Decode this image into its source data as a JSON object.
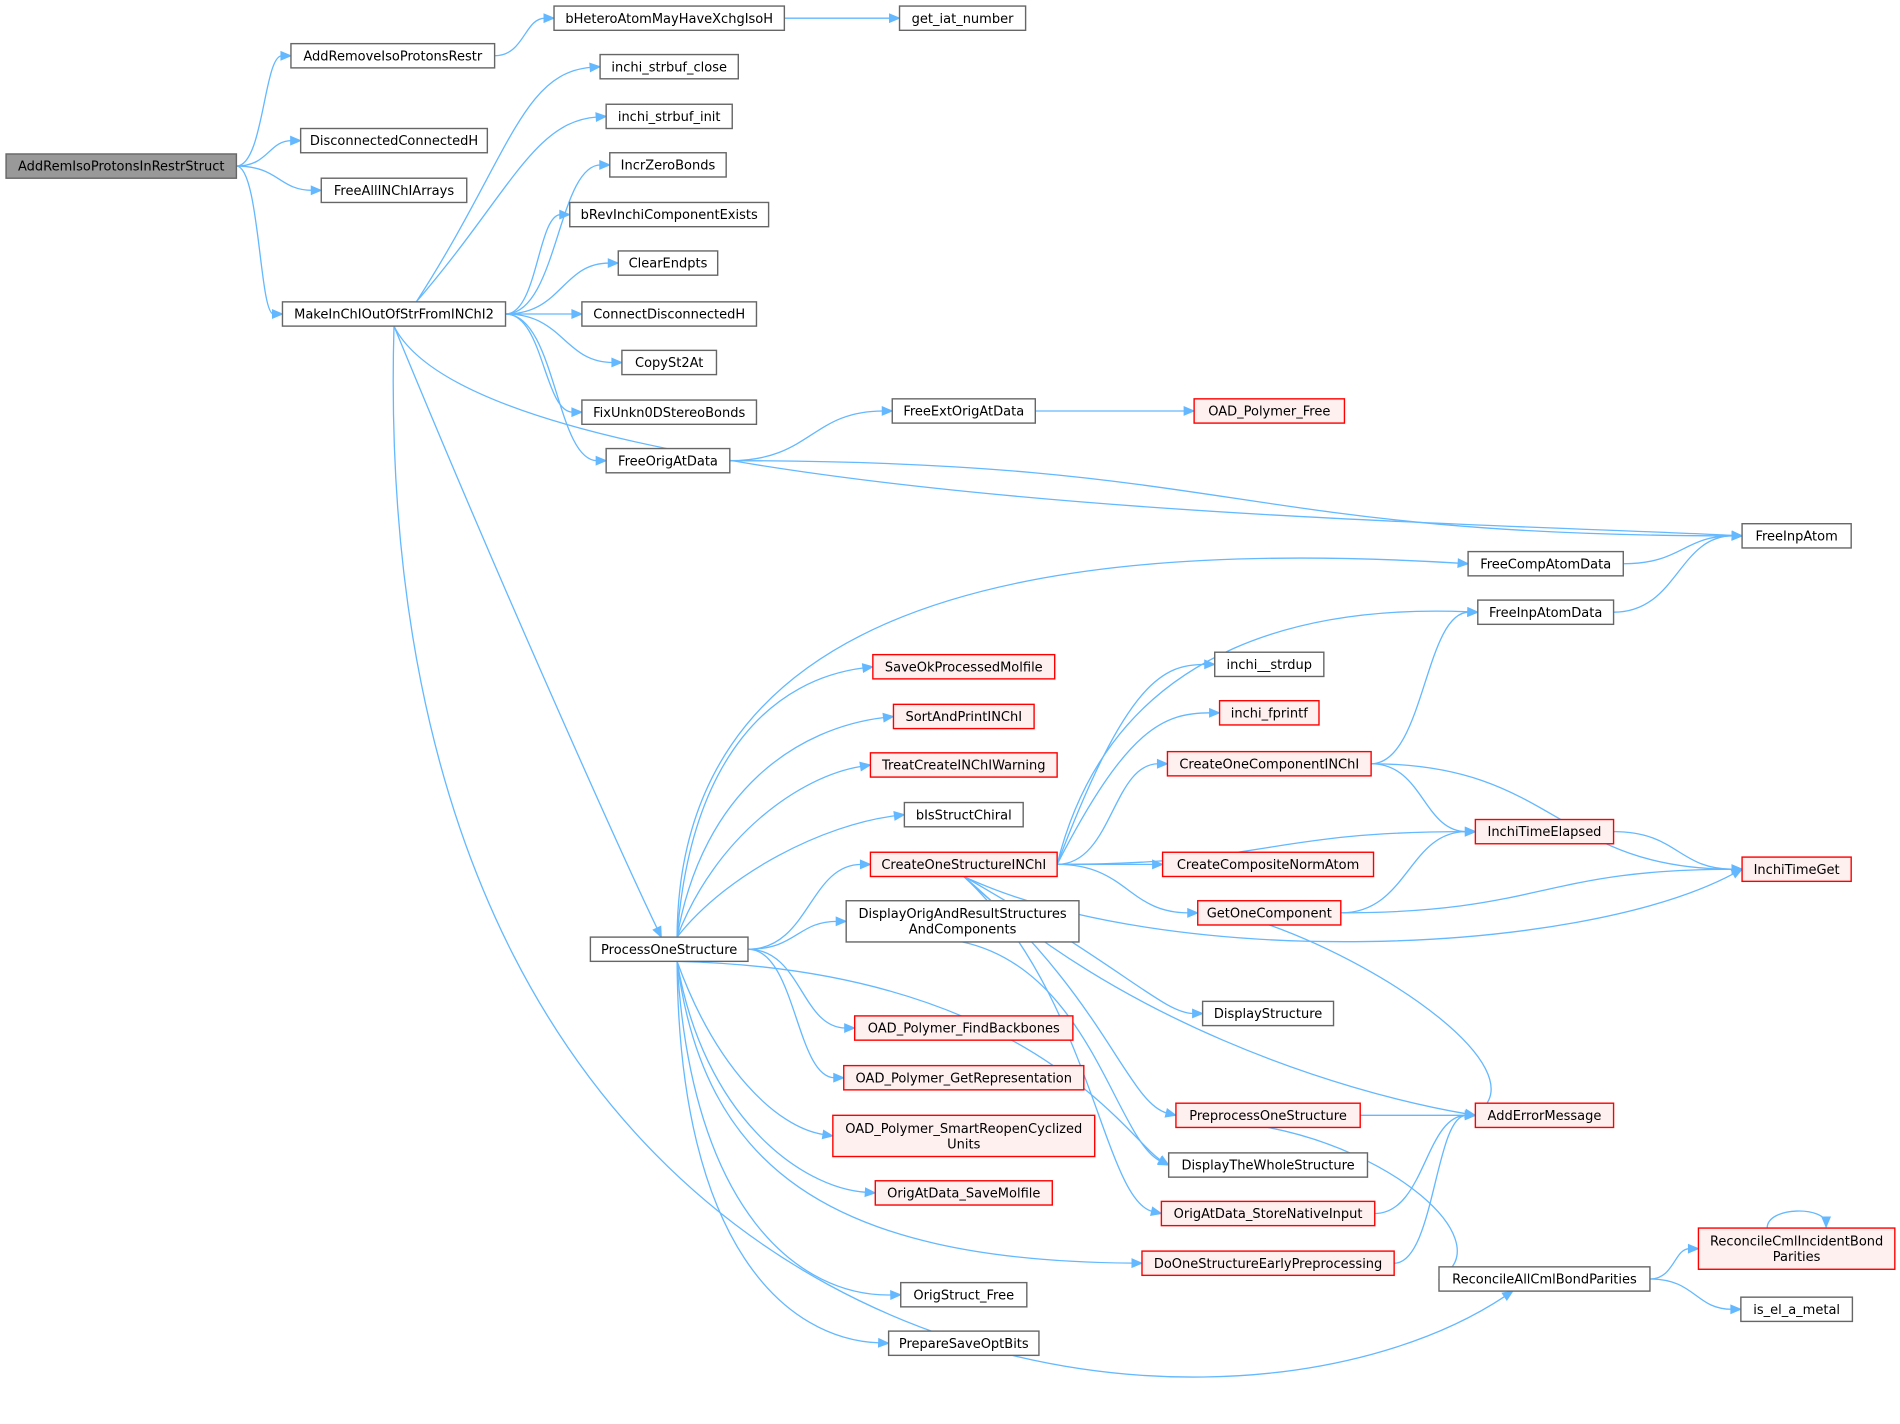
{
  "colors": {
    "edge": "#63b8ff",
    "root_fill": "#999999",
    "root_border": "#666666",
    "normal_fill": "#ffffff",
    "normal_border": "#666666",
    "red_fill": "#fff0f0",
    "red_border": "#ff0000"
  },
  "nodes": {
    "AddRemIsoProtonsInRestrStruct": {
      "label": [
        "AddRemIsoProtonsInRestrStruct"
      ],
      "style": "root"
    },
    "AddRemoveIsoProtonsRestr": {
      "label": [
        "AddRemoveIsoProtonsRestr"
      ],
      "style": "normal"
    },
    "bHeteroAtomMayHaveXchgIsoH": {
      "label": [
        "bHeteroAtomMayHaveXchgIsoH"
      ],
      "style": "normal"
    },
    "get_iat_number": {
      "label": [
        "get_iat_number"
      ],
      "style": "normal"
    },
    "DisconnectedConnectedH": {
      "label": [
        "DisconnectedConnectedH"
      ],
      "style": "normal"
    },
    "FreeAllINChIArrays": {
      "label": [
        "FreeAllINChIArrays"
      ],
      "style": "normal"
    },
    "MakeInChIOutOfStrFromINChI2": {
      "label": [
        "MakeInChIOutOfStrFromINChI2"
      ],
      "style": "normal"
    },
    "inchi_strbuf_close": {
      "label": [
        "inchi_strbuf_close"
      ],
      "style": "normal"
    },
    "inchi_strbuf_init": {
      "label": [
        "inchi_strbuf_init"
      ],
      "style": "normal"
    },
    "IncrZeroBonds": {
      "label": [
        "IncrZeroBonds"
      ],
      "style": "normal"
    },
    "bRevInchiComponentExists": {
      "label": [
        "bRevInchiComponentExists"
      ],
      "style": "normal"
    },
    "ClearEndpts": {
      "label": [
        "ClearEndpts"
      ],
      "style": "normal"
    },
    "ConnectDisconnectedH": {
      "label": [
        "ConnectDisconnectedH"
      ],
      "style": "normal"
    },
    "CopySt2At": {
      "label": [
        "CopySt2At"
      ],
      "style": "normal"
    },
    "FixUnkn0DStereoBonds": {
      "label": [
        "FixUnkn0DStereoBonds"
      ],
      "style": "normal"
    },
    "FreeOrigAtData": {
      "label": [
        "FreeOrigAtData"
      ],
      "style": "normal"
    },
    "FreeExtOrigAtData": {
      "label": [
        "FreeExtOrigAtData"
      ],
      "style": "normal"
    },
    "OAD_Polymer_Free": {
      "label": [
        "OAD_Polymer_Free"
      ],
      "style": "red"
    },
    "FreeInpAtom": {
      "label": [
        "FreeInpAtom"
      ],
      "style": "normal"
    },
    "FreeCompAtomData": {
      "label": [
        "FreeCompAtomData"
      ],
      "style": "normal"
    },
    "FreeInpAtomData": {
      "label": [
        "FreeInpAtomData"
      ],
      "style": "normal"
    },
    "ProcessOneStructure": {
      "label": [
        "ProcessOneStructure"
      ],
      "style": "normal"
    },
    "SaveOkProcessedMolfile": {
      "label": [
        "SaveOkProcessedMolfile"
      ],
      "style": "red"
    },
    "SortAndPrintINChI": {
      "label": [
        "SortAndPrintINChI"
      ],
      "style": "red"
    },
    "TreatCreateINChIWarning": {
      "label": [
        "TreatCreateINChIWarning"
      ],
      "style": "red"
    },
    "bIsStructChiral": {
      "label": [
        "bIsStructChiral"
      ],
      "style": "normal"
    },
    "CreateOneStructureINChI": {
      "label": [
        "CreateOneStructureINChI"
      ],
      "style": "red"
    },
    "DisplayOrigAndResultStructuresAndComponents": {
      "label": [
        "DisplayOrigAndResultStructures",
        "AndComponents"
      ],
      "style": "normal"
    },
    "OAD_Polymer_FindBackbones": {
      "label": [
        "OAD_Polymer_FindBackbones"
      ],
      "style": "red"
    },
    "OAD_Polymer_GetRepresentation": {
      "label": [
        "OAD_Polymer_GetRepresentation"
      ],
      "style": "red"
    },
    "OAD_Polymer_SmartReopenCyclizedUnits": {
      "label": [
        "OAD_Polymer_SmartReopenCyclized",
        "Units"
      ],
      "style": "red"
    },
    "OrigAtData_SaveMolfile": {
      "label": [
        "OrigAtData_SaveMolfile"
      ],
      "style": "red"
    },
    "OrigStruct_Free": {
      "label": [
        "OrigStruct_Free"
      ],
      "style": "normal"
    },
    "PrepareSaveOptBits": {
      "label": [
        "PrepareSaveOptBits"
      ],
      "style": "normal"
    },
    "inchi__strdup": {
      "label": [
        "inchi__strdup"
      ],
      "style": "normal"
    },
    "inchi_fprintf": {
      "label": [
        "inchi_fprintf"
      ],
      "style": "red"
    },
    "CreateOneComponentINChI": {
      "label": [
        "CreateOneComponentINChI"
      ],
      "style": "red"
    },
    "InchiTimeElapsed": {
      "label": [
        "InchiTimeElapsed"
      ],
      "style": "red"
    },
    "InchiTimeGet": {
      "label": [
        "InchiTimeGet"
      ],
      "style": "red"
    },
    "CreateCompositeNormAtom": {
      "label": [
        "CreateCompositeNormAtom"
      ],
      "style": "red"
    },
    "GetOneComponent": {
      "label": [
        "GetOneComponent"
      ],
      "style": "red"
    },
    "DisplayStructure": {
      "label": [
        "DisplayStructure"
      ],
      "style": "normal"
    },
    "PreprocessOneStructure": {
      "label": [
        "PreprocessOneStructure"
      ],
      "style": "red"
    },
    "AddErrorMessage": {
      "label": [
        "AddErrorMessage"
      ],
      "style": "red"
    },
    "DisplayTheWholeStructure": {
      "label": [
        "DisplayTheWholeStructure"
      ],
      "style": "normal"
    },
    "OrigAtData_StoreNativeInput": {
      "label": [
        "OrigAtData_StoreNativeInput"
      ],
      "style": "red"
    },
    "DoOneStructureEarlyPreprocessing": {
      "label": [
        "DoOneStructureEarlyPreprocessing"
      ],
      "style": "red"
    },
    "ReconcileAllCmlBondParities": {
      "label": [
        "ReconcileAllCmlBondParities"
      ],
      "style": "normal"
    },
    "ReconcileCmlIncidentBondParities": {
      "label": [
        "ReconcileCmlIncidentBond",
        "Parities"
      ],
      "style": "red"
    },
    "is_el_a_metal": {
      "label": [
        "is_el_a_metal"
      ],
      "style": "normal"
    }
  },
  "edges": [
    [
      "AddRemIsoProtonsInRestrStruct",
      "AddRemoveIsoProtonsRestr"
    ],
    [
      "AddRemIsoProtonsInRestrStruct",
      "DisconnectedConnectedH"
    ],
    [
      "AddRemIsoProtonsInRestrStruct",
      "FreeAllINChIArrays"
    ],
    [
      "AddRemIsoProtonsInRestrStruct",
      "MakeInChIOutOfStrFromINChI2"
    ],
    [
      "AddRemoveIsoProtonsRestr",
      "bHeteroAtomMayHaveXchgIsoH"
    ],
    [
      "bHeteroAtomMayHaveXchgIsoH",
      "get_iat_number"
    ],
    [
      "MakeInChIOutOfStrFromINChI2",
      "inchi_strbuf_close"
    ],
    [
      "MakeInChIOutOfStrFromINChI2",
      "inchi_strbuf_init"
    ],
    [
      "MakeInChIOutOfStrFromINChI2",
      "IncrZeroBonds"
    ],
    [
      "MakeInChIOutOfStrFromINChI2",
      "bRevInchiComponentExists"
    ],
    [
      "MakeInChIOutOfStrFromINChI2",
      "ClearEndpts"
    ],
    [
      "MakeInChIOutOfStrFromINChI2",
      "ConnectDisconnectedH"
    ],
    [
      "MakeInChIOutOfStrFromINChI2",
      "CopySt2At"
    ],
    [
      "MakeInChIOutOfStrFromINChI2",
      "FixUnkn0DStereoBonds"
    ],
    [
      "MakeInChIOutOfStrFromINChI2",
      "FreeOrigAtData"
    ],
    [
      "MakeInChIOutOfStrFromINChI2",
      "FreeInpAtom"
    ],
    [
      "MakeInChIOutOfStrFromINChI2",
      "ProcessOneStructure"
    ],
    [
      "MakeInChIOutOfStrFromINChI2",
      "ReconcileAllCmlBondParities"
    ],
    [
      "FreeOrigAtData",
      "FreeExtOrigAtData"
    ],
    [
      "FreeOrigAtData",
      "FreeInpAtom"
    ],
    [
      "FreeExtOrigAtData",
      "OAD_Polymer_Free"
    ],
    [
      "FreeCompAtomData",
      "FreeInpAtom"
    ],
    [
      "FreeInpAtomData",
      "FreeInpAtom"
    ],
    [
      "ProcessOneStructure",
      "FreeCompAtomData"
    ],
    [
      "ProcessOneStructure",
      "SaveOkProcessedMolfile"
    ],
    [
      "ProcessOneStructure",
      "SortAndPrintINChI"
    ],
    [
      "ProcessOneStructure",
      "TreatCreateINChIWarning"
    ],
    [
      "ProcessOneStructure",
      "bIsStructChiral"
    ],
    [
      "ProcessOneStructure",
      "CreateOneStructureINChI"
    ],
    [
      "ProcessOneStructure",
      "DisplayOrigAndResultStructuresAndComponents"
    ],
    [
      "ProcessOneStructure",
      "DisplayTheWholeStructure"
    ],
    [
      "ProcessOneStructure",
      "OAD_Polymer_FindBackbones"
    ],
    [
      "ProcessOneStructure",
      "OAD_Polymer_GetRepresentation"
    ],
    [
      "ProcessOneStructure",
      "OAD_Polymer_SmartReopenCyclizedUnits"
    ],
    [
      "ProcessOneStructure",
      "OrigAtData_SaveMolfile"
    ],
    [
      "ProcessOneStructure",
      "DoOneStructureEarlyPreprocessing"
    ],
    [
      "ProcessOneStructure",
      "OrigStruct_Free"
    ],
    [
      "ProcessOneStructure",
      "PrepareSaveOptBits"
    ],
    [
      "DisplayOrigAndResultStructuresAndComponents",
      "DisplayTheWholeStructure"
    ],
    [
      "CreateOneStructureINChI",
      "FreeInpAtomData"
    ],
    [
      "CreateOneStructureINChI",
      "inchi__strdup"
    ],
    [
      "CreateOneStructureINChI",
      "inchi_fprintf"
    ],
    [
      "CreateOneStructureINChI",
      "CreateOneComponentINChI"
    ],
    [
      "CreateOneStructureINChI",
      "InchiTimeElapsed"
    ],
    [
      "CreateOneStructureINChI",
      "CreateCompositeNormAtom"
    ],
    [
      "CreateOneStructureINChI",
      "GetOneComponent"
    ],
    [
      "CreateOneStructureINChI",
      "InchiTimeGet"
    ],
    [
      "CreateOneStructureINChI",
      "DisplayStructure"
    ],
    [
      "CreateOneStructureINChI",
      "AddErrorMessage"
    ],
    [
      "CreateOneStructureINChI",
      "PreprocessOneStructure"
    ],
    [
      "CreateOneStructureINChI",
      "OrigAtData_StoreNativeInput"
    ],
    [
      "CreateOneComponentINChI",
      "FreeInpAtomData"
    ],
    [
      "CreateOneComponentINChI",
      "InchiTimeElapsed"
    ],
    [
      "CreateOneComponentINChI",
      "InchiTimeGet"
    ],
    [
      "InchiTimeElapsed",
      "InchiTimeGet"
    ],
    [
      "GetOneComponent",
      "InchiTimeElapsed"
    ],
    [
      "GetOneComponent",
      "InchiTimeGet"
    ],
    [
      "GetOneComponent",
      "AddErrorMessage"
    ],
    [
      "PreprocessOneStructure",
      "AddErrorMessage"
    ],
    [
      "PreprocessOneStructure",
      "ReconcileAllCmlBondParities"
    ],
    [
      "OrigAtData_StoreNativeInput",
      "AddErrorMessage"
    ],
    [
      "DoOneStructureEarlyPreprocessing",
      "AddErrorMessage"
    ],
    [
      "ReconcileAllCmlBondParities",
      "ReconcileCmlIncidentBondParities"
    ],
    [
      "ReconcileAllCmlBondParities",
      "is_el_a_metal"
    ],
    [
      "ReconcileCmlIncidentBondParities",
      "ReconcileCmlIncidentBondParities"
    ]
  ]
}
